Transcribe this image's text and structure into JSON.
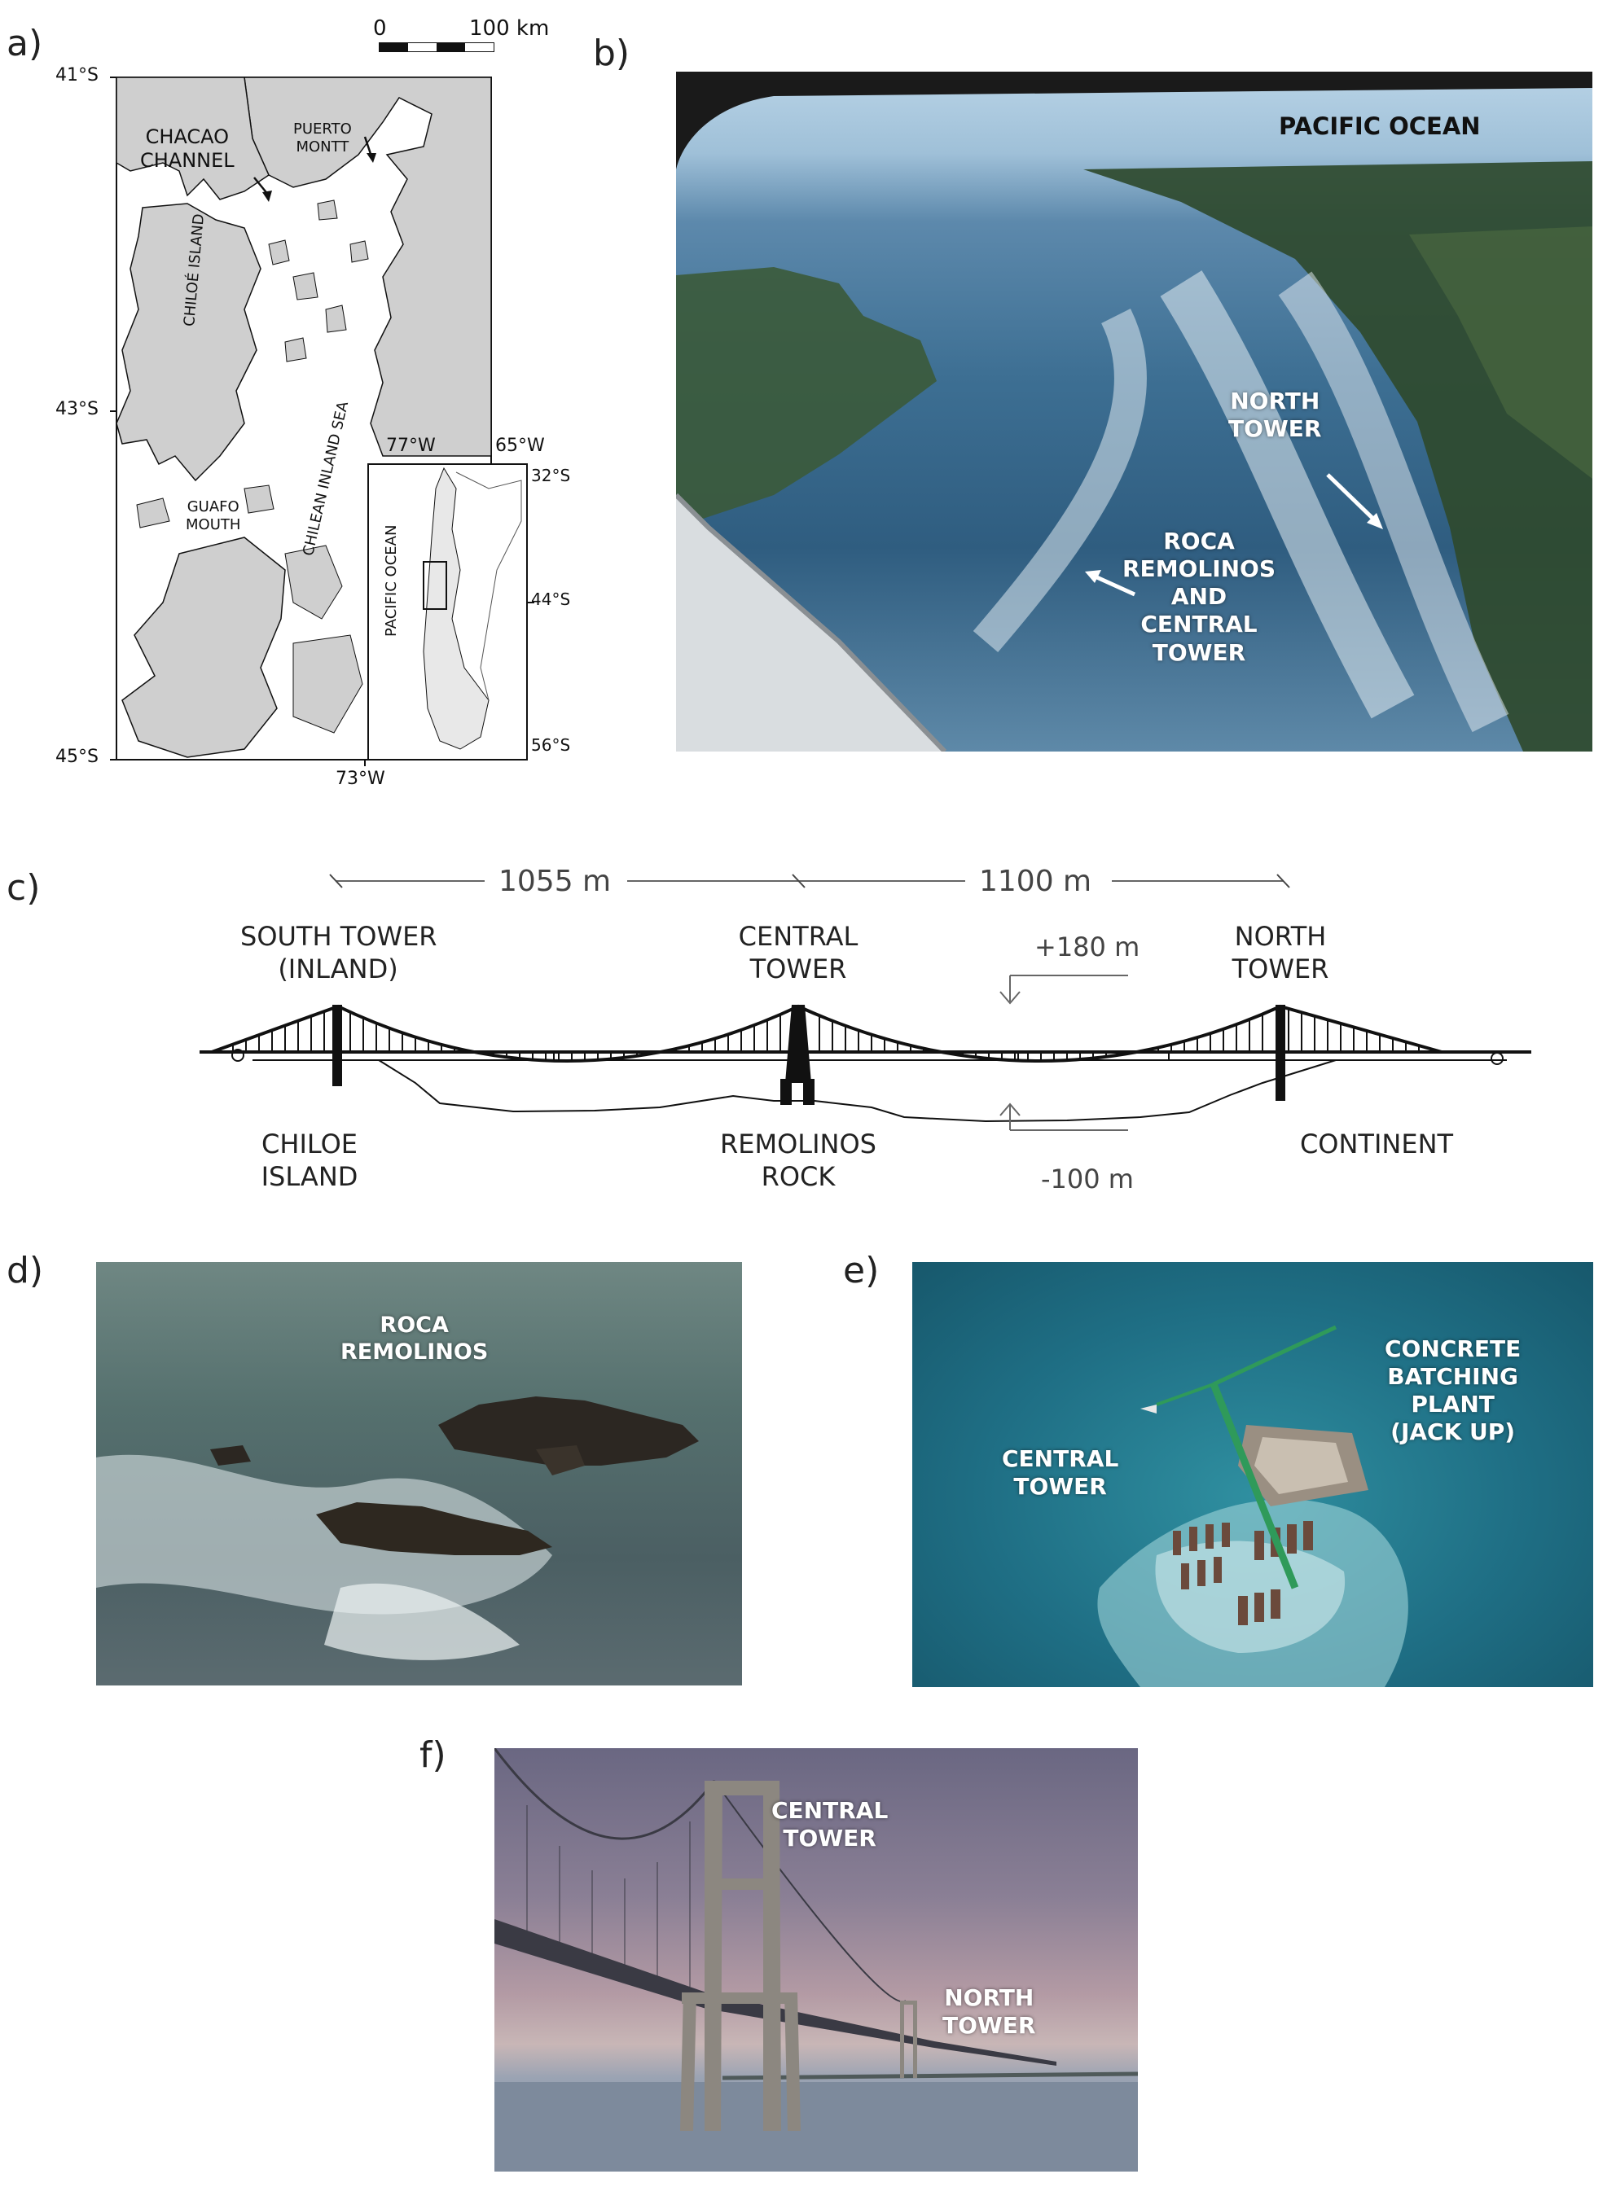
{
  "panels": {
    "a": "a)",
    "b": "b)",
    "c": "c)",
    "d": "d)",
    "e": "e)",
    "f": "f)"
  },
  "map": {
    "scale_zero": "0",
    "scale_label": "100 km",
    "lat_top": "41°S",
    "lat_mid": "43°S",
    "lat_bottom": "45°S",
    "lon_bottom": "73°W",
    "chacao": "CHACAO\nCHANNEL",
    "puerto_montt": "PUERTO\nMONTT",
    "chiloe_island": "CHILOÉ ISLAND",
    "inland_sea": "CHILEAN INLAND SEA",
    "guafo": "GUAFO\nMOUTH",
    "inset": {
      "lon_left": "77°W",
      "lon_right": "65°W",
      "lat_top": "32°S",
      "lat_mid": "44°S",
      "lat_bottom": "56°S",
      "ocean": "PACIFIC OCEAN"
    }
  },
  "photo_b": {
    "pacific": "PACIFIC OCEAN",
    "north_tower": "NORTH\nTOWER",
    "roca": "ROCA\nREMOLINOS\nAND\nCENTRAL\nTOWER"
  },
  "diagram": {
    "span1": "1055 m",
    "span2": "1100 m",
    "south_tower": "SOUTH TOWER\n(INLAND)",
    "central_tower": "CENTRAL\nTOWER",
    "north_tower": "NORTH\nTOWER",
    "height_up": "+180 m",
    "height_down": "-100 m",
    "chiloe": "CHILOE\nISLAND",
    "remolinos": "REMOLINOS\nROCK",
    "continent": "CONTINENT"
  },
  "photo_d": {
    "label": "ROCA\nREMOLINOS"
  },
  "photo_e": {
    "central": "CENTRAL\nTOWER",
    "plant": "CONCRETE\nBATCHING\nPLANT\n(JACK UP)"
  },
  "photo_f": {
    "central": "CENTRAL\nTOWER",
    "north": "NORTH\nTOWER"
  },
  "colors": {
    "land": "#cfcfcf",
    "sea_b": "#3d6f93",
    "sea_e": "#2c8a9c",
    "sky_f": "#8a7f95"
  }
}
